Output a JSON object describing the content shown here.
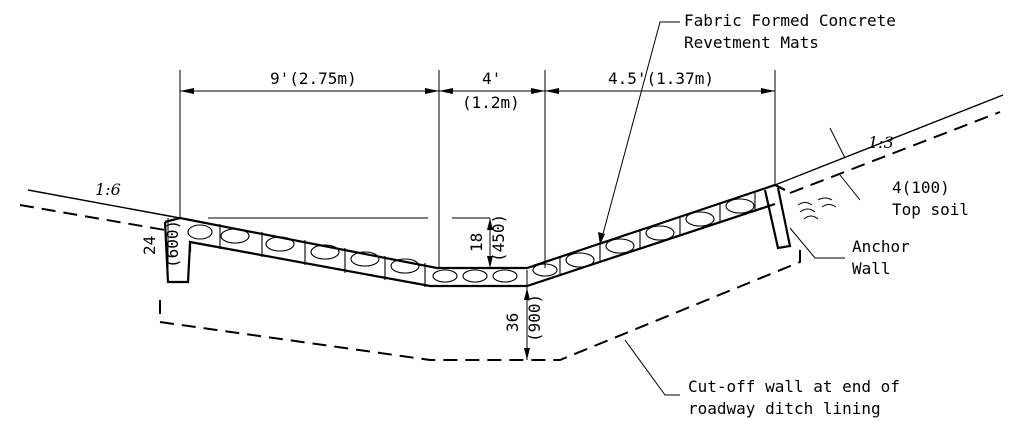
{
  "labels": {
    "fabric_line1": "Fabric Formed Concrete",
    "fabric_line2": "Revetment Mats",
    "dim_left": "9'(2.75m)",
    "dim_mid_top": "4'",
    "dim_mid_bottom": "(1.2m)",
    "dim_right": "4.5'(1.37m)",
    "slope_left": "1:6",
    "slope_right": "1:3",
    "topsoil_line1": "4(100)",
    "topsoil_line2": "Top soil",
    "anchor_line1": "Anchor",
    "anchor_line2": "Wall",
    "depth_left_a": "24",
    "depth_left_b": "(600)",
    "depth_mid_a": "18",
    "depth_mid_b": "(450)",
    "depth_bot_a": "36",
    "depth_bot_b": "(900)",
    "cutoff_line1": "Cut-off wall at end of",
    "cutoff_line2": "roadway ditch lining"
  }
}
